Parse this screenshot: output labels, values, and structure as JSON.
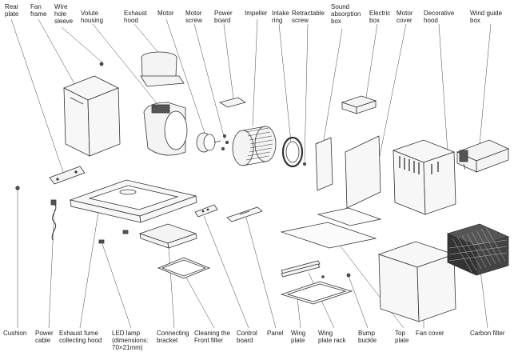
{
  "diagram": {
    "labels": {
      "rear_plate": "Rear\nplate",
      "fan_frame": "Fan\nframe",
      "wire_hole_sleeve": "Wire\nhole\nsleeve",
      "volute_housing": "Volute\nhousing",
      "exhaust_hood": "Exhaust\nhood",
      "motor": "Motor",
      "motor_screw": "Motor\nscrew",
      "power_board": "Power\nboard",
      "impeller": "Impeller",
      "intake_ring": "Intake\nring",
      "retractable_screw": "Retractable\nscrew",
      "sound_absorption_box": "Sound\nabsorption\nbox",
      "electric_box": "Electric\nbox",
      "motor_cover": "Motor\ncover",
      "decorative_hood": "Decorative\nhood",
      "wind_guide_box": "Wind guide\nbox",
      "cushion": "Cushion",
      "power_cable": "Power\ncable",
      "exhaust_fume_collecting_hood": "Exhaust fume\ncollecting hood",
      "led_lamp": "LED lamp\n(dimensions:\n70×21mm)",
      "connecting_bracket": "Connecting\nbracket",
      "cleaning_front_filter": "Cleaning the\nFront filter",
      "control_board": "Control\nboard",
      "panel": "Panel",
      "wing_plate": "Wing\nplate",
      "wing_plate_rack": "Wing\nplate rack",
      "bump_buckle": "Bump\nbuckle",
      "top_plate": "Top\nplate",
      "fan_cover": "Fan cover",
      "carbon_filter": "Carbon filter"
    },
    "colors": {
      "line": "#333333",
      "fill": "#f4f4f4",
      "dark": "#555555"
    }
  }
}
